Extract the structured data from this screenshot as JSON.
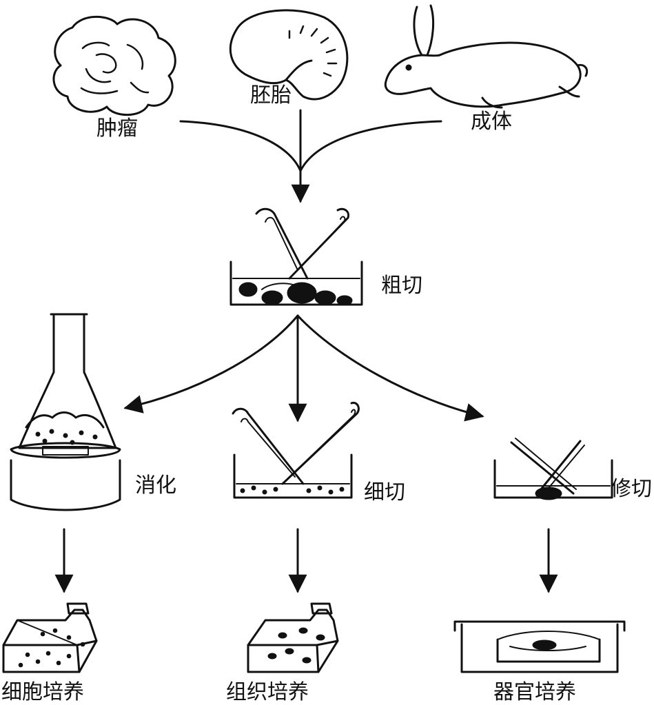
{
  "diagram": {
    "sources": {
      "tumor": "肿瘤",
      "embryo": "胚胎",
      "adult": "成体"
    },
    "steps": {
      "coarse_cut": "粗切",
      "digest": "消化",
      "fine_cut": "细切",
      "trim": "修切"
    },
    "results": {
      "cell_culture": "细胞培养",
      "tissue_culture": "组织培养",
      "organ_culture": "器官培养"
    }
  }
}
